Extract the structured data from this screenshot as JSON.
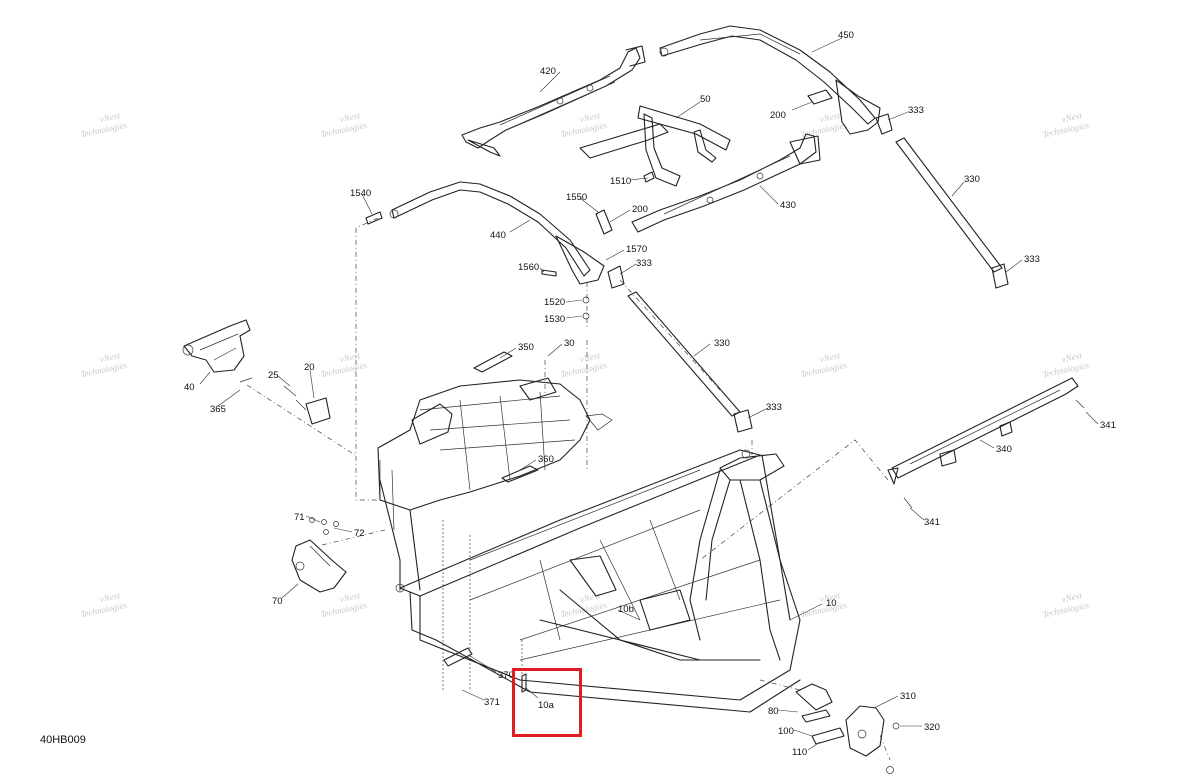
{
  "drawing_code": "40HB009",
  "watermark_lines": [
    "vNext",
    "Technologies"
  ],
  "highlight_color": "#e01d24",
  "highlighted_part": "10a",
  "callouts": [
    {
      "id": "c450",
      "text": "450"
    },
    {
      "id": "c420",
      "text": "420"
    },
    {
      "id": "c50",
      "text": "50"
    },
    {
      "id": "c200a",
      "text": "200"
    },
    {
      "id": "c333a",
      "text": "333"
    },
    {
      "id": "c1510",
      "text": "1510"
    },
    {
      "id": "c330a",
      "text": "330"
    },
    {
      "id": "c430",
      "text": "430"
    },
    {
      "id": "c1540",
      "text": "1540"
    },
    {
      "id": "c1550",
      "text": "1550"
    },
    {
      "id": "c200b",
      "text": "200"
    },
    {
      "id": "c440",
      "text": "440"
    },
    {
      "id": "c1570",
      "text": "1570"
    },
    {
      "id": "c333b",
      "text": "333"
    },
    {
      "id": "c1560",
      "text": "1560"
    },
    {
      "id": "c333c",
      "text": "333"
    },
    {
      "id": "c1520",
      "text": "1520"
    },
    {
      "id": "c1530",
      "text": "1530"
    },
    {
      "id": "c350",
      "text": "350"
    },
    {
      "id": "c30",
      "text": "30"
    },
    {
      "id": "c330b",
      "text": "330"
    },
    {
      "id": "c40",
      "text": "40"
    },
    {
      "id": "c25",
      "text": "25"
    },
    {
      "id": "c20",
      "text": "20"
    },
    {
      "id": "c365",
      "text": "365"
    },
    {
      "id": "c333d",
      "text": "333"
    },
    {
      "id": "c341a",
      "text": "341"
    },
    {
      "id": "c340",
      "text": "340"
    },
    {
      "id": "c360",
      "text": "360"
    },
    {
      "id": "c341b",
      "text": "341"
    },
    {
      "id": "c71",
      "text": "71"
    },
    {
      "id": "c72",
      "text": "72"
    },
    {
      "id": "c70",
      "text": "70"
    },
    {
      "id": "c10",
      "text": "10"
    },
    {
      "id": "c10b",
      "text": "10b"
    },
    {
      "id": "c370",
      "text": "370"
    },
    {
      "id": "c371",
      "text": "371"
    },
    {
      "id": "c10a",
      "text": "10a"
    },
    {
      "id": "c310",
      "text": "310"
    },
    {
      "id": "c80",
      "text": "80"
    },
    {
      "id": "c100",
      "text": "100"
    },
    {
      "id": "c320",
      "text": "320"
    },
    {
      "id": "c110",
      "text": "110"
    }
  ]
}
